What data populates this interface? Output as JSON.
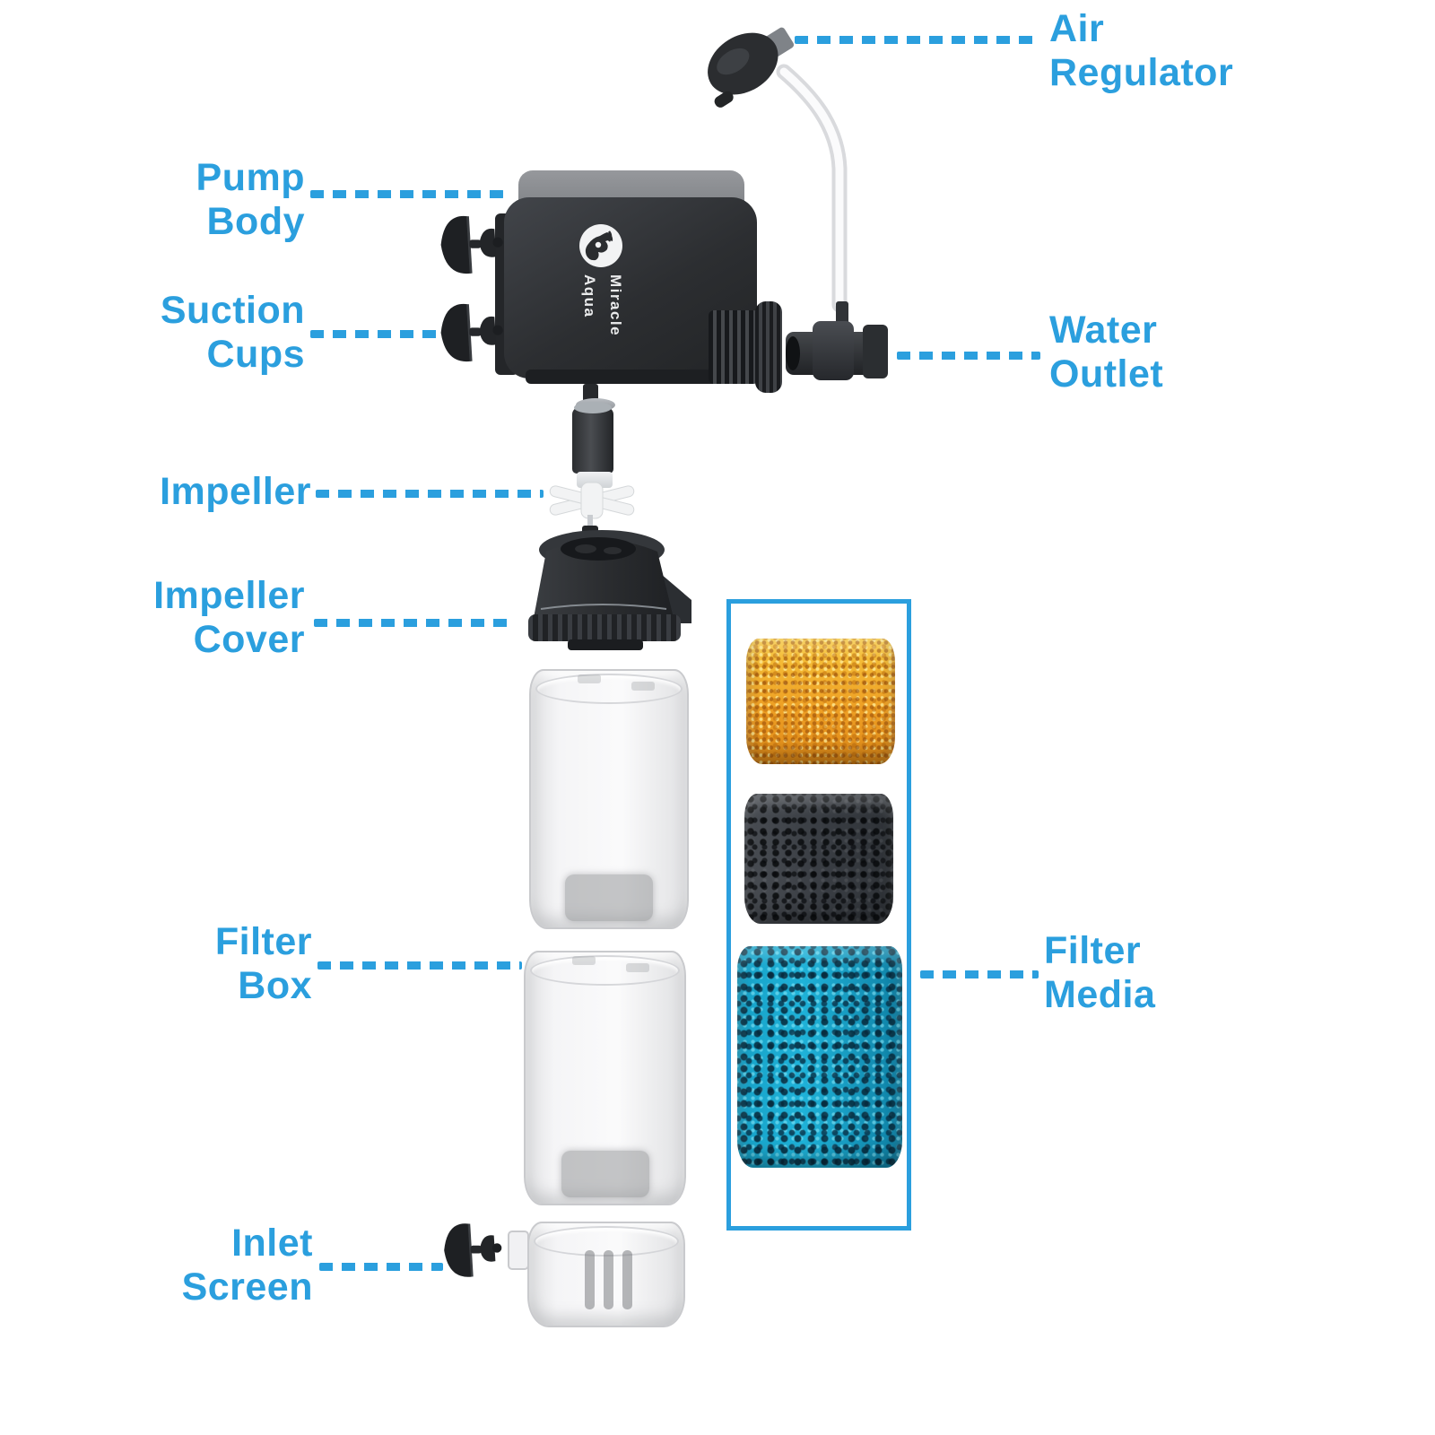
{
  "diagram": {
    "brand": {
      "line1": "Aqua",
      "line2": "Miracle"
    },
    "labels": {
      "air_regulator": "Air Regulator",
      "pump_body": "Pump Body",
      "suction_cups": "Suction Cups",
      "water_outlet": "Water Outlet",
      "impeller": "Impeller",
      "impeller_cover": "Impeller Cover",
      "filter_box": "Filter Box",
      "filter_media": "Filter Media",
      "inlet_screen": "Inlet Screen"
    },
    "colors": {
      "accent": "#2b9fde",
      "background": "#ffffff",
      "part-dark": "#2b2d30",
      "sponge-yellow": "#efa028",
      "sponge-dark": "#3a3e43",
      "sponge-blue": "#1ba4cb"
    }
  }
}
